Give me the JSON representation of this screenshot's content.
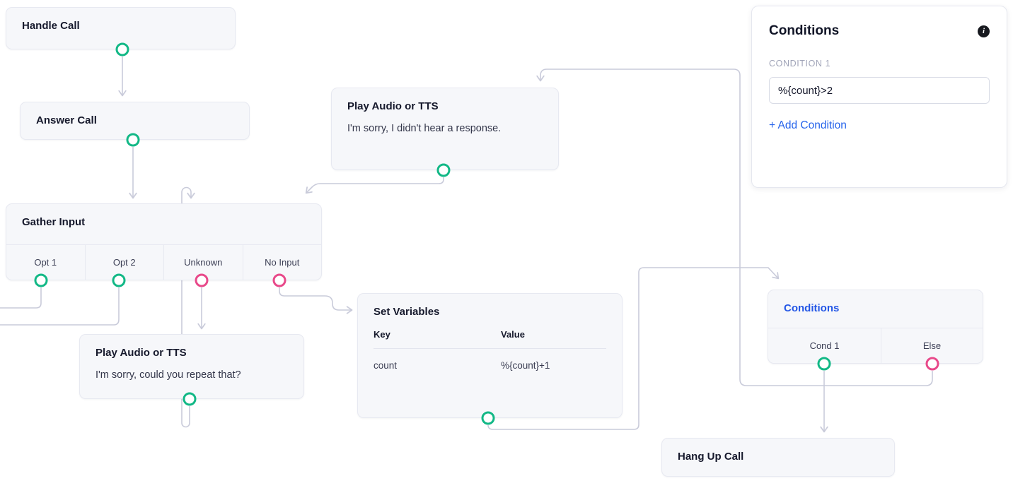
{
  "canvas": {
    "nodes": {
      "handle_call": {
        "title": "Handle Call"
      },
      "answer_call": {
        "title": "Answer Call"
      },
      "play_audio_no_response": {
        "title": "Play Audio or TTS",
        "body": "I'm sorry, I didn't hear a response."
      },
      "gather_input": {
        "title": "Gather Input",
        "branches": [
          "Opt 1",
          "Opt 2",
          "Unknown",
          "No Input"
        ]
      },
      "play_audio_repeat": {
        "title": "Play Audio or TTS",
        "body": "I'm sorry, could you repeat that?"
      },
      "set_variables": {
        "title": "Set Variables",
        "table": {
          "headers": [
            "Key",
            "Value"
          ],
          "rows": [
            [
              "count",
              "%{count}+1"
            ]
          ]
        }
      },
      "conditions_node": {
        "title": "Conditions",
        "branches": [
          "Cond 1",
          "Else"
        ]
      },
      "hang_up_call": {
        "title": "Hang Up Call"
      }
    }
  },
  "panel": {
    "title": "Conditions",
    "info_icon_glyph": "i",
    "condition_label": "CONDITION 1",
    "condition_value": "%{count}>2",
    "add_condition_label": "+ Add Condition"
  },
  "colors": {
    "port_green": "#12b886",
    "port_pink": "#e8498a",
    "edge": "#c9cbda",
    "accent_blue": "#2563eb",
    "node_bg": "#f6f7fa"
  }
}
